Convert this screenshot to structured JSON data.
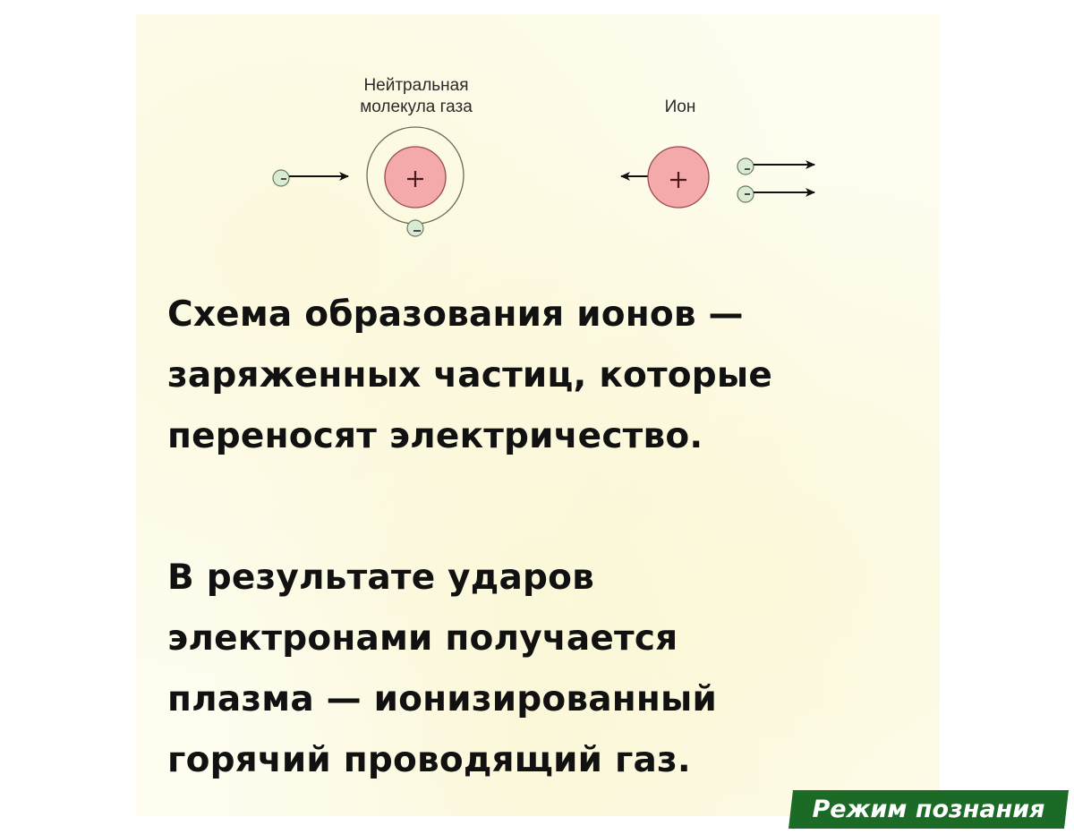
{
  "diagram": {
    "neutral_label_line1": "Нейтральная",
    "neutral_label_line2": "молекула газа",
    "ion_label": "Ион",
    "nucleus_sign": "+",
    "electron_sign": "−",
    "colors": {
      "nucleus_fill": "#f4a9ab",
      "nucleus_stroke": "#9b4a4a",
      "electron_fill": "#d9ecd3",
      "electron_stroke": "#6a7a5e",
      "orbit_stroke": "#6b6b55",
      "arrow": "#111111"
    }
  },
  "caption": {
    "paragraph1": [
      "Схема образования ионов —",
      "заряженных частиц, которые",
      "переносят электричество."
    ],
    "paragraph2": [
      "В результате ударов",
      "электронами получается",
      "плазма — ионизированный",
      "горячий проводящий газ."
    ]
  },
  "badge": {
    "label": "Режим познания",
    "color": "#1b6a25"
  }
}
